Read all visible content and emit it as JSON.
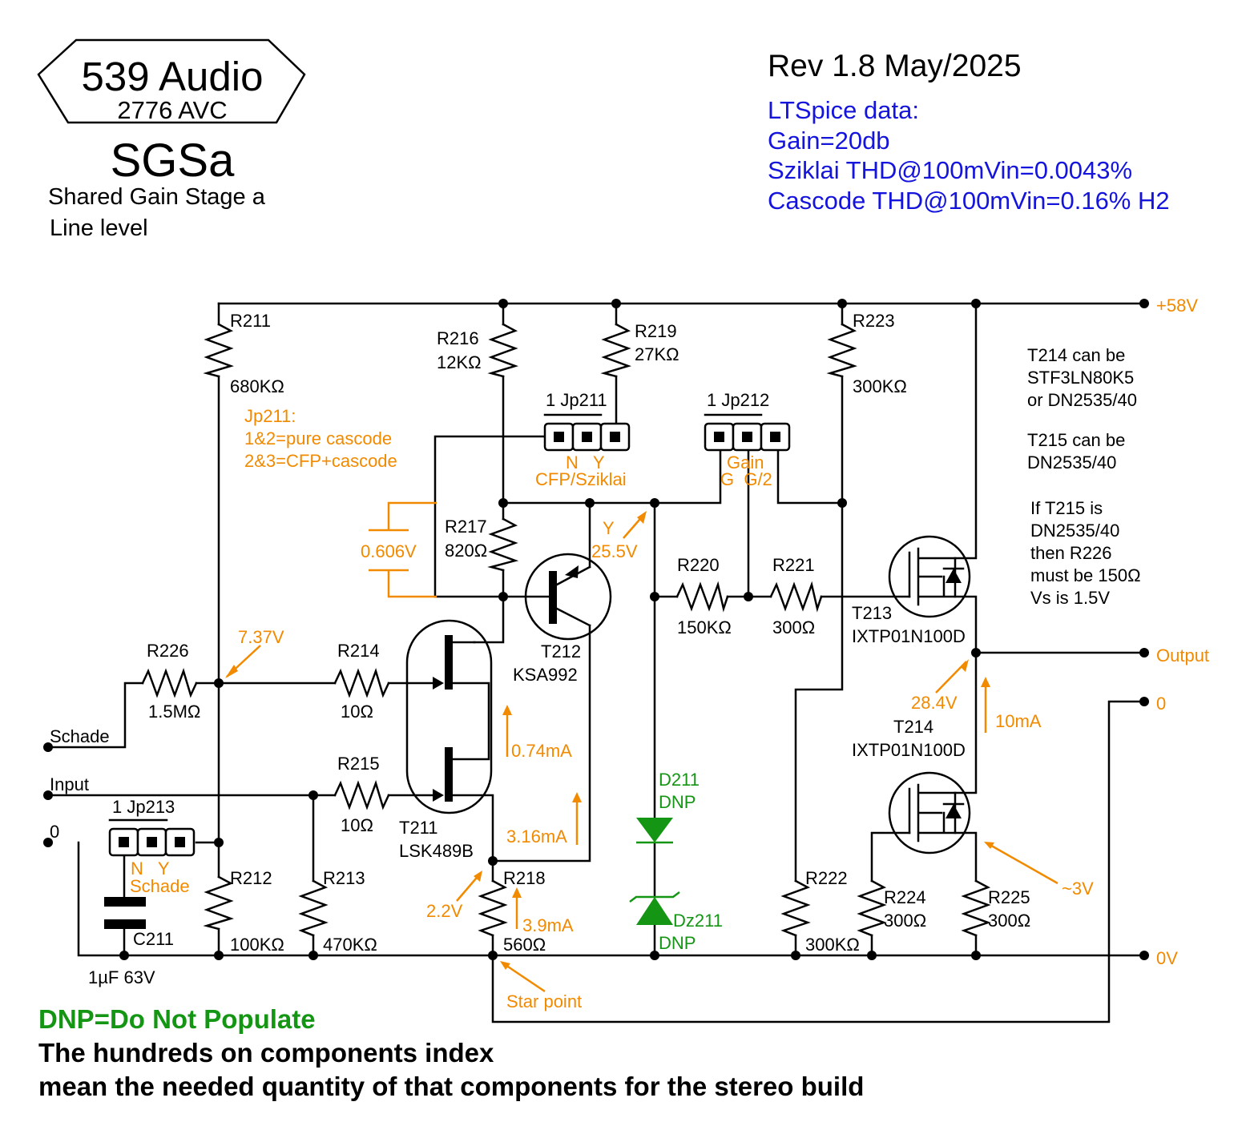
{
  "header": {
    "logo_name": "539 Audio",
    "logo_sub": "2776 AVC",
    "title": "SGSa",
    "subtitle_1": "Shared Gain Stage a",
    "subtitle_2": "Line level",
    "revision": "Rev 1.8 May/2025"
  },
  "ltspice": {
    "heading": "LTSpice data:",
    "gain": "Gain=20db",
    "thd_sziklai": "Sziklai THD@100mVin=0.0043%",
    "thd_cascode": "Cascode THD@100mVin=0.16% H2"
  },
  "colors": {
    "annotation": "#f28a00",
    "dnp": "#149614",
    "spice": "#1414dc",
    "wire": "#000000"
  },
  "rails": {
    "plus": "+58V",
    "output": "Output",
    "zero": "0",
    "gnd": "0V"
  },
  "inputs": {
    "schade": "Schade",
    "input": "Input",
    "zero": "0"
  },
  "resistors": {
    "r211": {
      "ref": "R211",
      "val": "680KΩ"
    },
    "r212": {
      "ref": "R212",
      "val": "100KΩ"
    },
    "r213": {
      "ref": "R213",
      "val": "470KΩ"
    },
    "r214": {
      "ref": "R214",
      "val": "10Ω"
    },
    "r215": {
      "ref": "R215",
      "val": "10Ω"
    },
    "r216": {
      "ref": "R216",
      "val": "12KΩ"
    },
    "r217": {
      "ref": "R217",
      "val": "820Ω"
    },
    "r218": {
      "ref": "R218",
      "val": "560Ω"
    },
    "r219": {
      "ref": "R219",
      "val": "27KΩ"
    },
    "r220": {
      "ref": "R220",
      "val": "150KΩ"
    },
    "r221": {
      "ref": "R221",
      "val": "300Ω"
    },
    "r222": {
      "ref": "R222",
      "val": "300KΩ"
    },
    "r223": {
      "ref": "R223",
      "val": "300KΩ"
    },
    "r224": {
      "ref": "R224",
      "val": "300Ω"
    },
    "r225": {
      "ref": "R225",
      "val": "300Ω"
    },
    "r226": {
      "ref": "R226",
      "val": "1.5MΩ"
    }
  },
  "capacitor": {
    "ref": "C211",
    "val": "1µF 63V"
  },
  "transistors": {
    "t211": {
      "ref": "T211",
      "part": "LSK489B"
    },
    "t212": {
      "ref": "T212",
      "part": "KSA992"
    },
    "t213": {
      "ref": "T213",
      "part": "IXTP01N100D"
    },
    "t214": {
      "ref": "T214",
      "part": "IXTP01N100D"
    }
  },
  "jumpers": {
    "jp211": {
      "label": "1 Jp211",
      "pins": "N   Y",
      "note": "CFP/Sziklai"
    },
    "jp212": {
      "label": "1 Jp212",
      "note": "Gain",
      "pins": "G  G/2"
    },
    "jp213": {
      "label": "1 Jp213",
      "pins": "N   Y",
      "note": "Schade"
    }
  },
  "jp211_note": {
    "line1": "Jp211:",
    "line2": "1&2=pure cascode",
    "line3": "2&3=CFP+cascode"
  },
  "diodes": {
    "d211": {
      "ref": "D211",
      "note": "DNP"
    },
    "dz211": {
      "ref": "Dz211",
      "note": "DNP"
    }
  },
  "annotations": {
    "v_737": "7.37V",
    "v_0606": "0.606V",
    "y_255": "Y",
    "v_255": "25.5V",
    "i_074": "0.74mA",
    "i_316": "3.16mA",
    "v_22": "2.2V",
    "i_39": "3.9mA",
    "star": "Star point",
    "v_284": "28.4V",
    "i_10": "10mA",
    "v_3": "~3V"
  },
  "notes": {
    "t214_1": "T214 can be",
    "t214_2": "STF3LN80K5",
    "t214_3": "or DN2535/40",
    "t215_1": "T215 can be",
    "t215_2": "DN2535/40",
    "if_1": "If T215 is",
    "if_2": "DN2535/40",
    "if_3": "then R226",
    "if_4": "must be 150Ω",
    "if_5": "Vs is 1.5V"
  },
  "footer": {
    "dnp": "DNP=Do Not Populate",
    "line1": "The hundreds on components index",
    "line2": "mean the needed quantity of that components for the stereo build"
  }
}
